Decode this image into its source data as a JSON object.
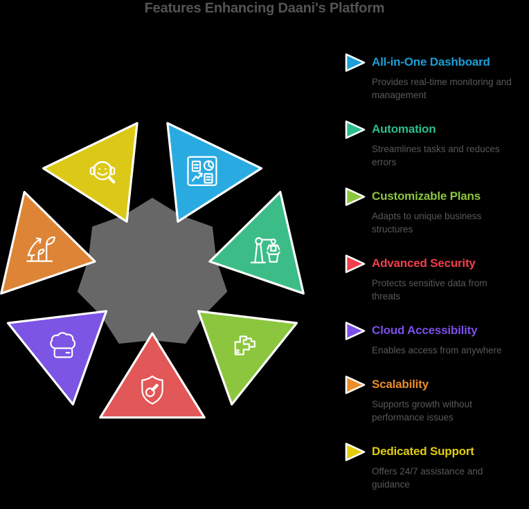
{
  "title": "Features Enhancing Daani's Platform",
  "colors": {
    "background": "#000000",
    "title": "#545454",
    "description_text": "#595959",
    "center_shape": "#676767",
    "icon_stroke": "#ffffff"
  },
  "features": [
    {
      "name": "All-in-One Dashboard",
      "description": "Provides real-time monitoring and\nmanagement",
      "text_color": "#1A9FD6",
      "shape_color": "#29ABE2",
      "icon": "dashboard-icon"
    },
    {
      "name": "Automation",
      "description": "Streamlines tasks and reduces\nerrors",
      "text_color": "#2BBE8A",
      "shape_color": "#3CBD88",
      "icon": "robot-arm-icon"
    },
    {
      "name": "Customizable Plans",
      "description": "Adapts to unique business\nstructures",
      "text_color": "#8CC63F",
      "shape_color": "#8CC63E",
      "icon": "puzzle-icon"
    },
    {
      "name": "Advanced Security",
      "description": "Protects sensitive data from\nthreats",
      "text_color": "#F23F4C",
      "shape_color": "#E25757",
      "icon": "shield-gauge-icon"
    },
    {
      "name": "Cloud Accessibility",
      "description": "Enables access from anywhere",
      "text_color": "#7C4FE9",
      "shape_color": "#7C55E4",
      "icon": "cloud-storage-icon"
    },
    {
      "name": "Scalability",
      "description": "Supports growth without\nperformance issues",
      "text_color": "#ED8C2B",
      "shape_color": "#DD8436",
      "icon": "growth-icon"
    },
    {
      "name": "Dedicated Support",
      "description": "Offers 24/7 assistance and\nguidance",
      "text_color": "#E2CD0D",
      "shape_color": "#DCC917",
      "icon": "headset-support-icon"
    }
  ]
}
